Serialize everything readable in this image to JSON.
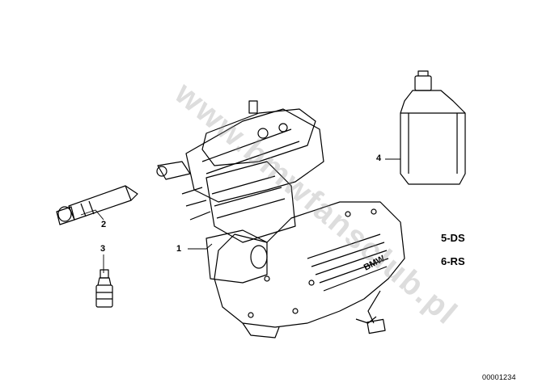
{
  "callouts": {
    "c1": "1",
    "c2": "2",
    "c3": "3",
    "c4": "4"
  },
  "variants": {
    "v1": "5-DS",
    "v2": "6-RS"
  },
  "engine_brand": "BMW",
  "watermark": "www.bmwfansclub.pl",
  "catalog_number": "00001234"
}
